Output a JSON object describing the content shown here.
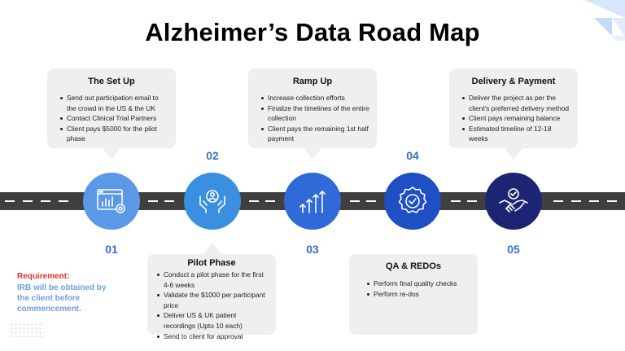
{
  "title": "Alzheimer’s Data Road Map",
  "stages": [
    {
      "number": "01",
      "heading": "The Set Up",
      "icon": "analytics-dashboard-icon",
      "color": "#5b98e8",
      "items": [
        "Send out participation email to the crowd in the US & the UK",
        "Contact Clinical Trial Partners",
        "Client pays $5000 for the pilot phase"
      ]
    },
    {
      "number": "02",
      "heading": "Pilot Phase",
      "icon": "people-hands-icon",
      "color": "#3a8fe0",
      "items": [
        "Conduct a pilot phase for the first 4-6 weeks",
        "Validate the $1000 per participant price",
        "Deliver US & UK patient recordings (Upto 10 each)",
        "Send to client for approval"
      ]
    },
    {
      "number": "03",
      "heading": "Ramp Up",
      "icon": "growth-arrows-icon",
      "color": "#2f6ad8",
      "items": [
        "Increase collection efforts",
        "Finalize the timelines of the entire collection",
        "Client pays the remaining 1st half payment"
      ]
    },
    {
      "number": "04",
      "heading": "QA & REDOs",
      "icon": "verified-badge-icon",
      "color": "#1f4fc4",
      "items": [
        "Perform final quality checks",
        "Perform re-dos"
      ]
    },
    {
      "number": "05",
      "heading": "Delivery & Payment",
      "icon": "handshake-icon",
      "color": "#1c2573",
      "items": [
        "Deliver the project as per the client's preferred delivery method",
        "Client pays remaining balance",
        "Estimated timeline of 12-18 weeks"
      ]
    }
  ],
  "requirement": {
    "label": "Requirement:",
    "text": "IRB will be obtained by the client before commencement."
  },
  "colors": {
    "road": "#3f3f3f",
    "number": "#3a6ec9",
    "requirement_label": "#e03030",
    "requirement_text": "#6f9fe0",
    "card": "#efefef"
  }
}
